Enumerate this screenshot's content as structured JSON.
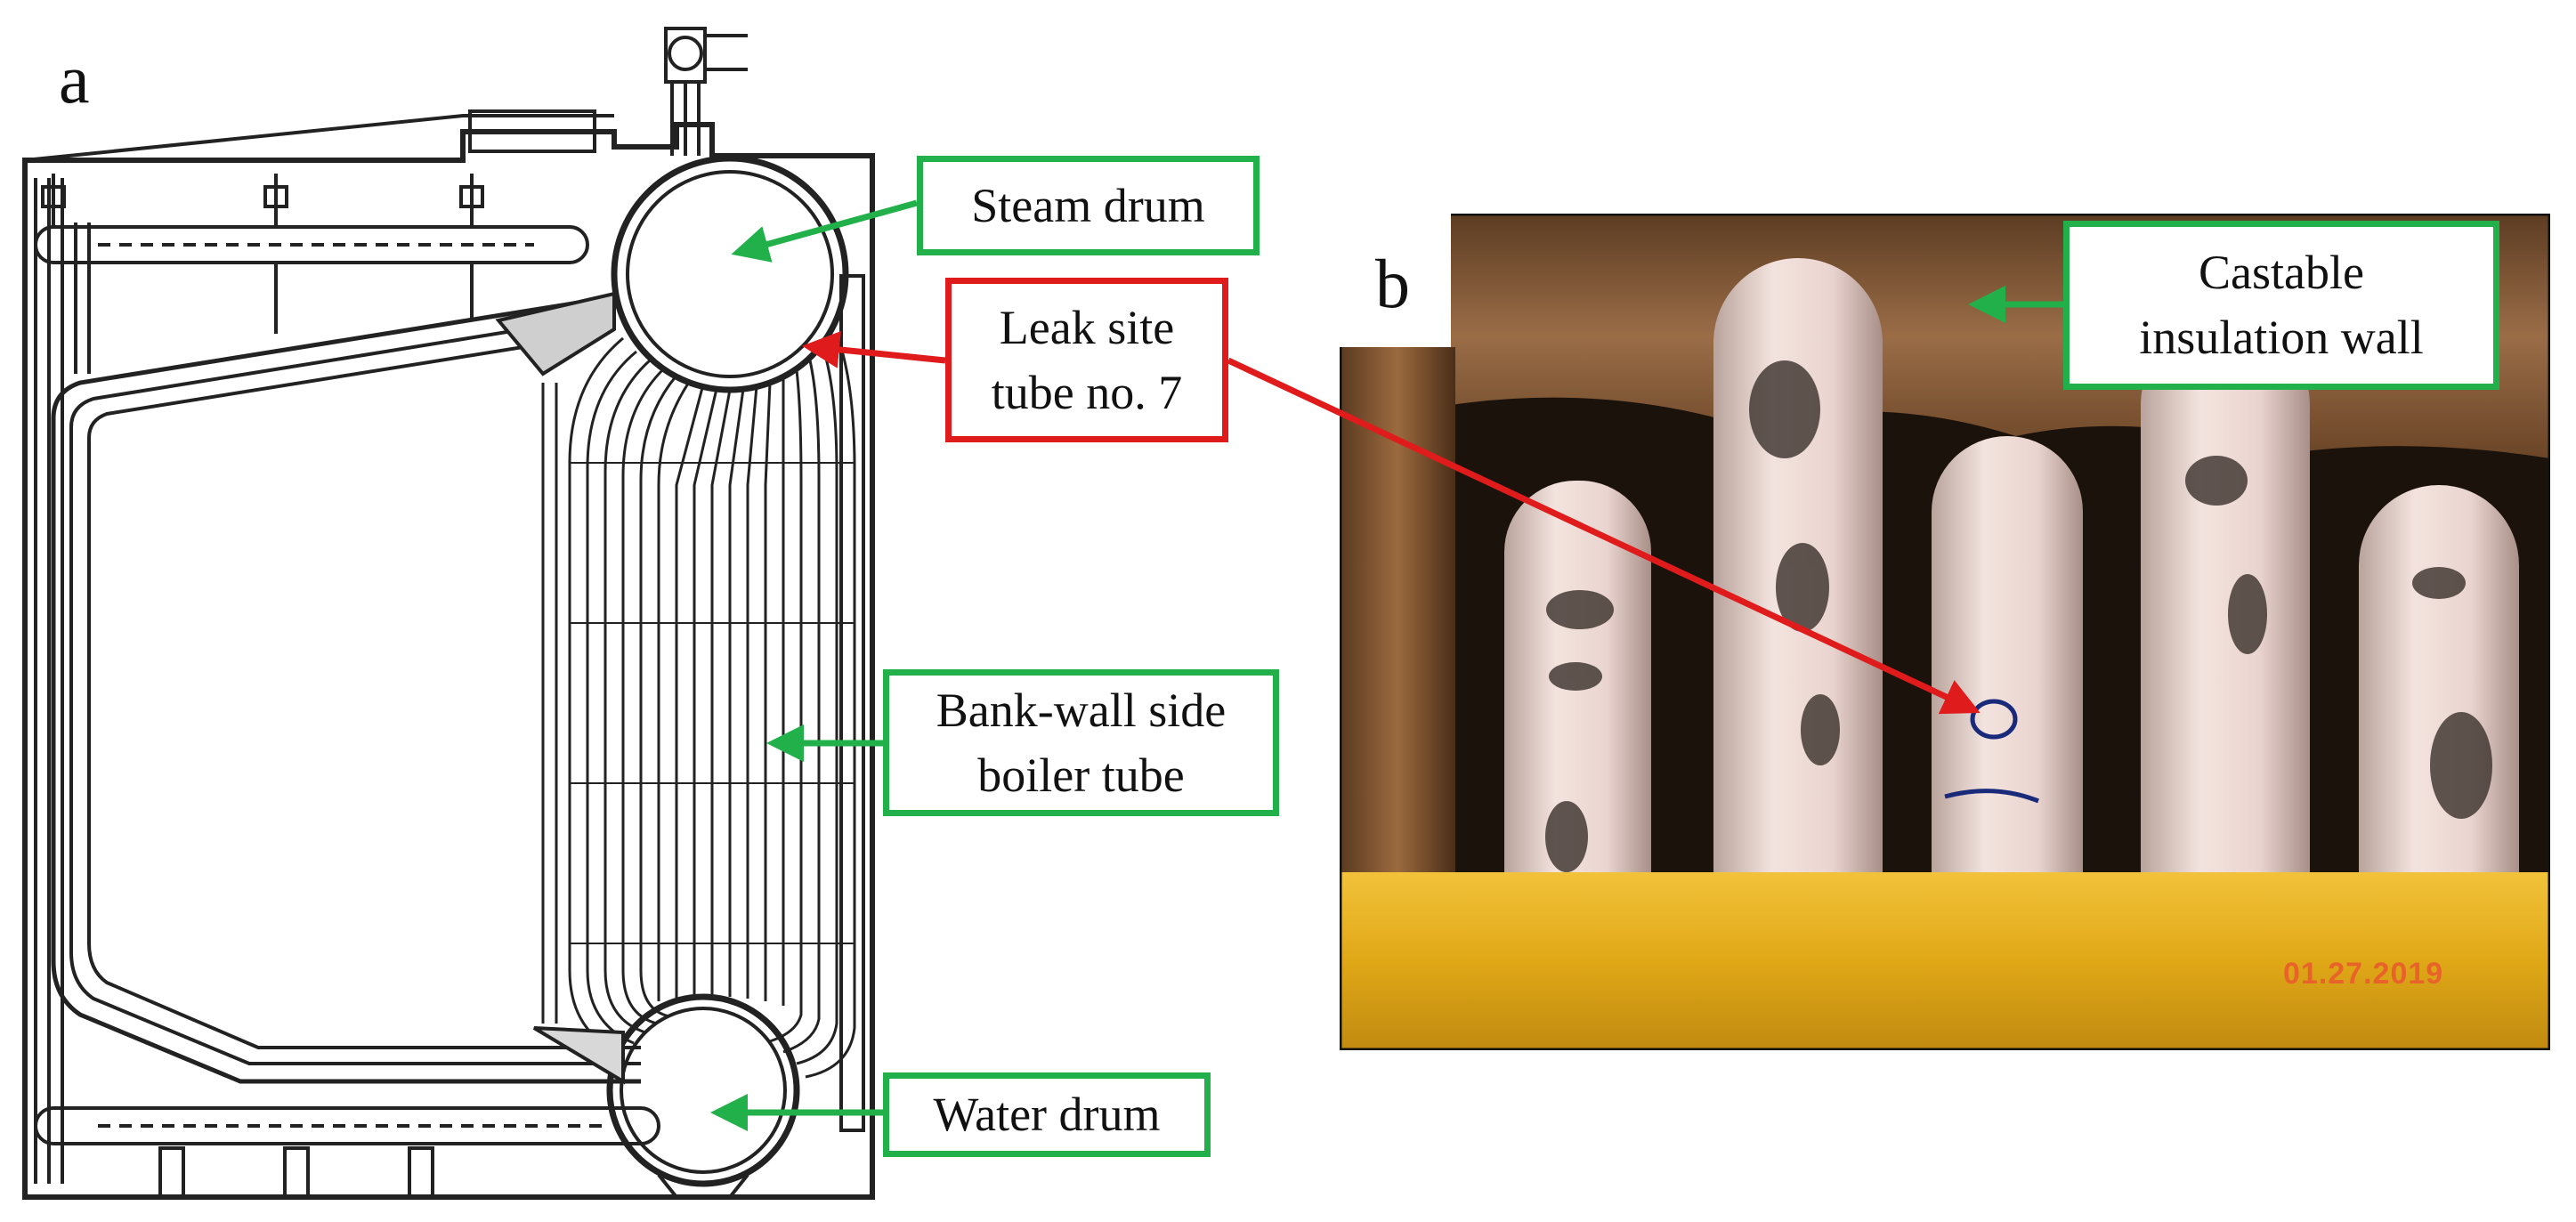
{
  "panels": {
    "a": {
      "letter": "a"
    },
    "b": {
      "letter": "b",
      "photo_date": "01.27.2019"
    }
  },
  "labels": {
    "steam_drum": "Steam drum",
    "leak_site": [
      "Leak site",
      "tube no. 7"
    ],
    "castable": [
      "Castable",
      "insulation wall"
    ],
    "bank_wall": [
      "Bank-wall side",
      "boiler tube"
    ],
    "water_drum": "Water drum"
  },
  "colors": {
    "callout_green": "#22b04a",
    "callout_red": "#e01b1b",
    "rail_yellow": "#e8b21c",
    "refractory_brown": "#8a5a35"
  }
}
